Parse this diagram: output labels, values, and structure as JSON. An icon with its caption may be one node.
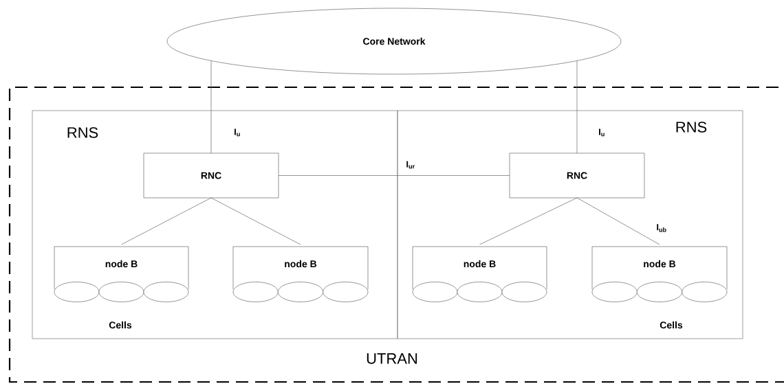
{
  "diagram": {
    "nodes": [
      {
        "text": [
          "Core Network"
        ]
      },
      {
        "text": [
          "UTRAN"
        ]
      },
      {
        "text": [
          "RNS"
        ],
        "in": 1
      },
      {
        "text": [
          "RNS"
        ],
        "in": 1
      },
      {
        "text": [
          "RNC"
        ],
        "in": 2
      },
      {
        "text": [
          "RNC"
        ],
        "in": 3
      },
      {
        "text": [
          "node B"
        ],
        "in": 2,
        "beside": [
          "Cells"
        ]
      },
      {
        "text": [
          "node B"
        ],
        "in": 2
      },
      {
        "text": [
          "node B"
        ],
        "in": 3
      },
      {
        "text": [
          "node B"
        ],
        "in": 3,
        "beside": [
          "Cells"
        ]
      }
    ],
    "edges": [
      {
        "from": 0,
        "to": 4,
        "arrow": "none",
        "label": "I$_{u}$"
      },
      {
        "from": 0,
        "to": 5,
        "arrow": "none",
        "label": "I$_{u}$"
      },
      {
        "from": 4,
        "to": 5,
        "arrow": "none",
        "label": "I$_{ur}$"
      },
      {
        "from": 4,
        "to": 6,
        "arrow": "none"
      },
      {
        "from": 4,
        "to": 7,
        "arrow": "none"
      },
      {
        "from": 5,
        "to": 8,
        "arrow": "none"
      },
      {
        "from": 5,
        "to": 9,
        "arrow": "none",
        "label": "I$_{ub}$"
      }
    ]
  }
}
